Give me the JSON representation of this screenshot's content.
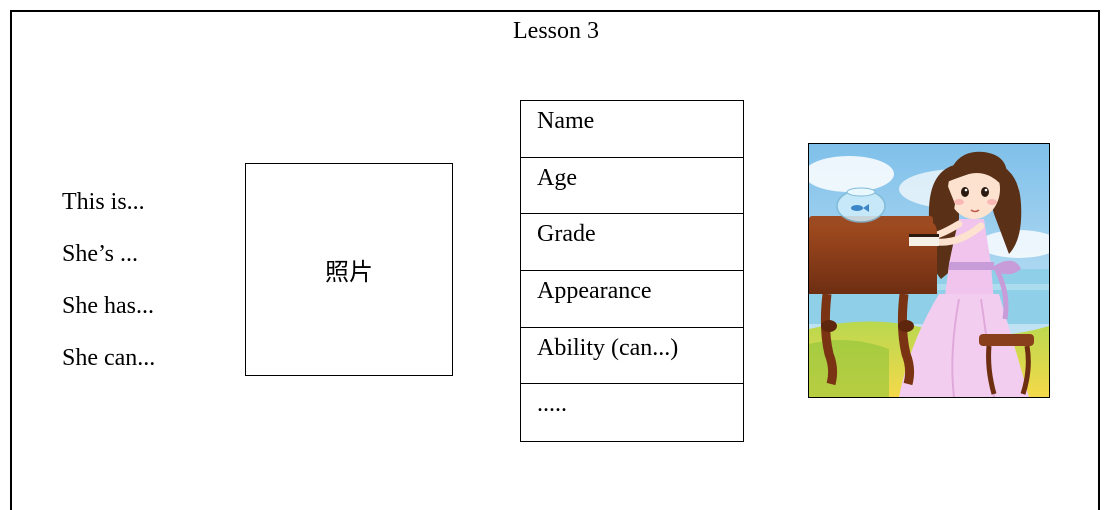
{
  "lesson": {
    "title": "Lesson 3"
  },
  "sentence_starters": [
    "This is...",
    "She’s ...",
    "She has...",
    "She can..."
  ],
  "photo_placeholder": {
    "label": "照片"
  },
  "info_table": {
    "rows": [
      "Name",
      "Age",
      "Grade",
      "Appearance",
      "Ability (can...)",
      "....."
    ]
  },
  "illustration": {
    "icon": "girl-playing-piano-illustration",
    "colors": {
      "sky": "#9fd3ef",
      "sea": "#7cc6e0",
      "grass": "#f1d84a",
      "piano": "#8a3f1c",
      "dress": "#f0c4ec",
      "hair": "#5a3017"
    }
  }
}
